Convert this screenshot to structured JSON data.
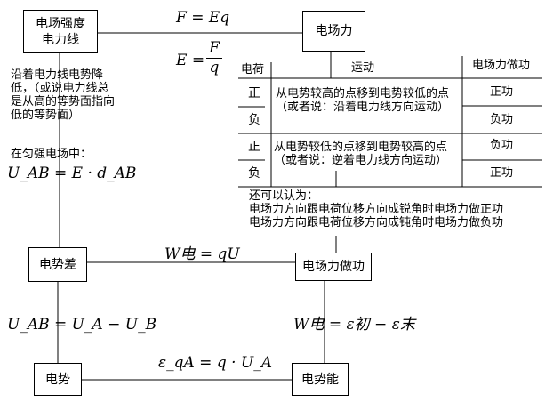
{
  "nodes": {
    "field_strength_lines": "电场强度\n电力线",
    "electric_force": "电场力",
    "potential_difference": "电势差",
    "field_force_work": "电场力做功",
    "potential": "电势",
    "potential_energy": "电势能"
  },
  "formulas": {
    "f_eq": "F = Eq",
    "e_lhs": "E =",
    "e_num": "F",
    "e_den": "q",
    "u_ed": "U_AB = E · d_AB",
    "w_qu": "W电 = qU",
    "u_diff": "U_AB = U_A − U_B",
    "w_eps": "W电 = ε初 − ε末",
    "eps_qu": "ε_qA = q · U_A"
  },
  "left_note": {
    "line1": "沿着电力线电势降低，（或说电力线总是从高的等势面指向低的等势面）",
    "line2": "在匀强电场中："
  },
  "table": {
    "headers": [
      "电荷",
      "运动",
      "电场力做功"
    ],
    "rows": [
      {
        "charge": "正",
        "work": "正功"
      },
      {
        "charge": "负",
        "work": "负功"
      },
      {
        "charge": "正",
        "work": "负功"
      },
      {
        "charge": "负",
        "work": "正功"
      }
    ],
    "motion_1": "从电势较高的点移到电势较低的点（或者说：沿着电力线方向运动）",
    "motion_2": "从电势较低的点移到电势较高的点（或者说：逆着电力线方向运动）"
  },
  "also_note": {
    "line1": "还可以认为：",
    "line2": "电场力方向跟电荷位移方向成锐角时电场力做正功",
    "line3": "电场力方向跟电荷位移方向成钝角时电场力做负功"
  }
}
